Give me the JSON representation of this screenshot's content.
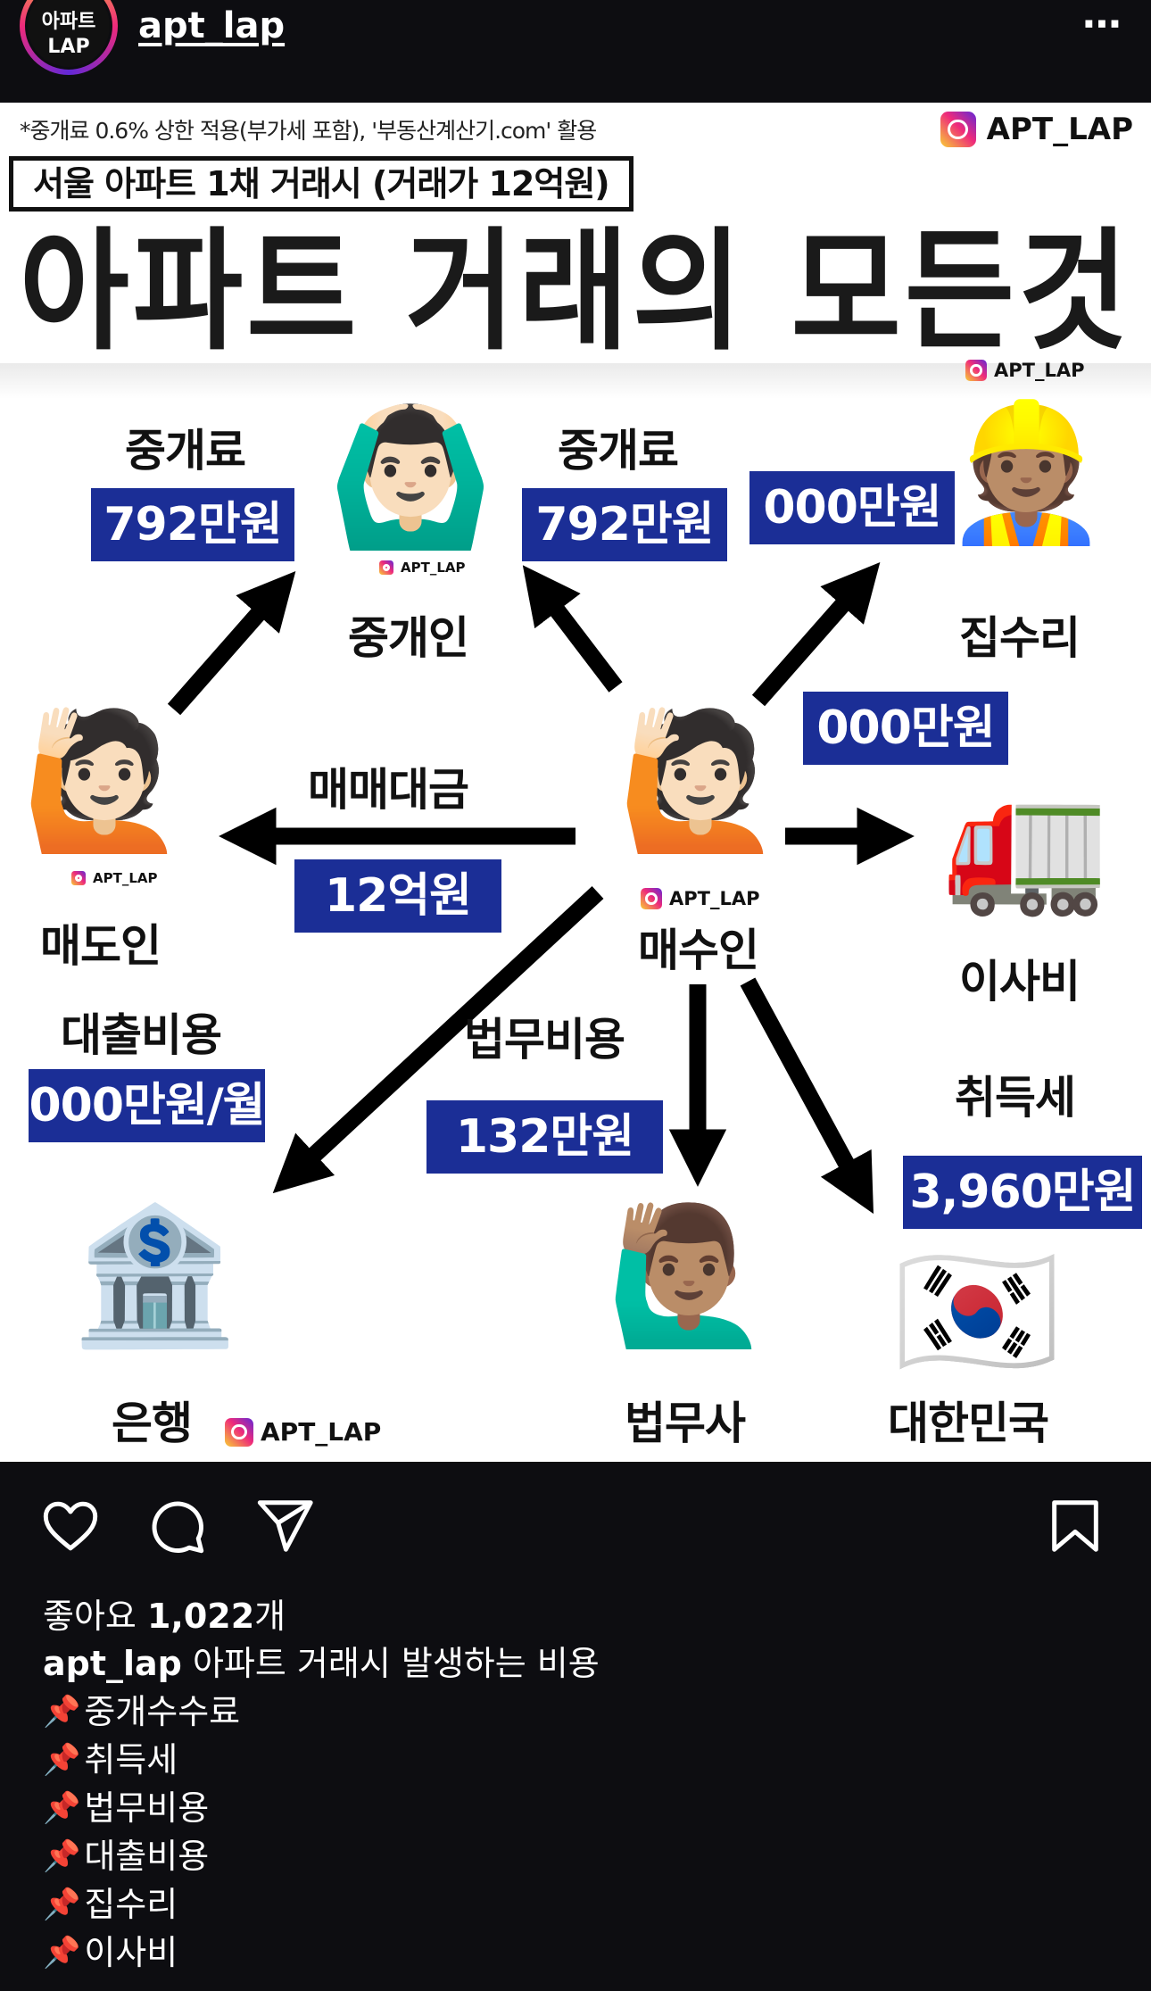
{
  "header": {
    "avatar_line1": "아파트",
    "avatar_line2": "LAP",
    "username": "apt_lap",
    "more_icon": "⋯"
  },
  "post": {
    "note": "*중개료 0.6% 상한 적용(부가세 포함), '부동산계산기.com' 활용",
    "brand": "APT_LAP",
    "subtitle": "서울 아파트 1채 거래시 (거래가 12억원)",
    "title": "아파트 거래의 모든것",
    "watermarks": [
      "APT_LAP",
      "APT_LAP",
      "APT_LAP",
      "APT_LAP"
    ],
    "fees": {
      "seller_broker_label": "중개료",
      "seller_broker_value": "792만원",
      "buyer_broker_label": "중개료",
      "buyer_broker_value": "792만원",
      "repair_value": "000만원",
      "moving_value": "000만원",
      "sale_price_label": "매매대금",
      "sale_price_value": "12억원",
      "loan_label": "대출비용",
      "loan_value": "000만원/월",
      "legal_label": "법무비용",
      "legal_value": "132만원",
      "tax_label": "취득세",
      "tax_value": "3,960만원"
    },
    "actors": {
      "broker": "중개인",
      "repair": "집수리",
      "seller": "매도인",
      "buyer": "매수인",
      "moving": "이사비",
      "bank": "은행",
      "legal": "법무사",
      "country": "대한민국"
    },
    "emojis": {
      "broker": "🙆🏻‍♂️",
      "repair": "👷🏽",
      "seller": "🙋🏻",
      "buyer": "🙋🏻",
      "truck": "🚛",
      "bank": "🏦",
      "legal": "🙋🏽‍♂️",
      "flag": "🇰🇷"
    }
  },
  "actions": {
    "like_icon": "heart-icon",
    "comment_icon": "comment-icon",
    "share_icon": "send-icon",
    "save_icon": "bookmark-icon"
  },
  "likes": {
    "prefix": "좋아요 ",
    "count": "1,022",
    "suffix": "개"
  },
  "caption": {
    "username": "apt_lap",
    "text": " 아파트 거래시 발생하는 비용",
    "items": [
      "중개수수료",
      "취득세",
      "법무비용",
      "대출비용",
      "집수리",
      "이사비"
    ]
  }
}
